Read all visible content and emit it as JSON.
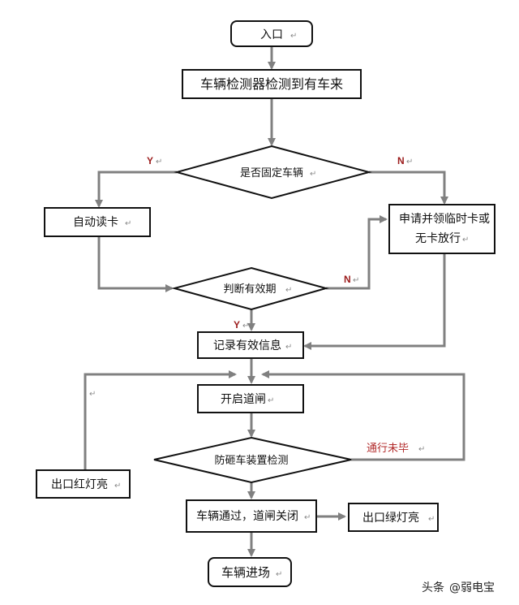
{
  "nodes": {
    "entrance": "入口",
    "detect": "车辆检测器检测到有车来",
    "fixed_vehicle": "是否固定车辆",
    "auto_read": "自动读卡",
    "apply_line1": "申请并领临时卡或",
    "apply_line2": "无卡放行",
    "judge_valid": "判断有效期",
    "record": "记录有效信息",
    "open_gate": "开启道闸",
    "anti_smash": "防砸车装置检测",
    "red_light": "出口红灯亮",
    "pass_close": "车辆通过，道闸关闭",
    "green_light": "出口绿灯亮",
    "enter": "车辆进场"
  },
  "labels": {
    "yes_1": "Y",
    "no_1": "N",
    "no_2": "N",
    "yes_2": "Y",
    "not_passed": "通行未毕"
  },
  "paragraph_mark": "↵",
  "watermark": {
    "platform": "头条",
    "account": "@弱电宝"
  }
}
